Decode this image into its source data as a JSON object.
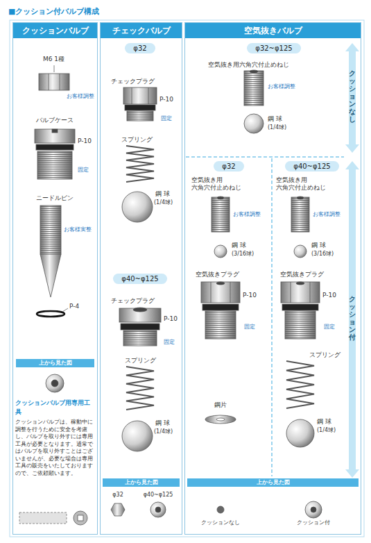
{
  "diagram": {
    "title": "■クッション付バルブ構成",
    "nodes": [
      {
        "text": [
          "クッションバルブ"
        ]
      },
      {
        "text": [
          "チェックバルブ"
        ]
      },
      {
        "text": [
          "空気抜きバルブ"
        ]
      },
      {
        "text": [
          "φ32"
        ],
        "in": 1
      },
      {
        "text": [
          "φ40~φ125"
        ],
        "in": 1
      },
      {
        "text": [
          "φ32~φ125"
        ],
        "in": 2
      },
      {
        "text": [
          "φ32"
        ],
        "in": 2
      },
      {
        "text": [
          "φ40~φ125"
        ],
        "in": 2
      },
      {
        "text": [
          "上から見た図"
        ],
        "in": 0
      },
      {
        "text": [
          "上から見た図"
        ],
        "in": 1
      },
      {
        "text": [
          "上から見た図"
        ],
        "in": 2
      },
      {
        "text": [
          "クッションバルブ用専用工具",
          "クッションバルブは、稼動中に調整を行うために安全を考慮し、バルブを取り外すには専用工具が必要となります。通常ではバルブを取り外すことはございませんが、必要な場合は専用工具の販売をいたしておりますので、ご依頼願います。"
        ],
        "in": 0
      }
    ],
    "labels": [
      "M6 1種",
      "お客様調整",
      "バルブケース",
      "P-10",
      "固定",
      "ニードルピン",
      "お客様実整",
      "P-4",
      "チェックプラグ",
      "P-10",
      "固定",
      "スプリング",
      "鋼 球",
      "(1/4球)",
      "チェックプラグ",
      "P-10",
      "固定",
      "スプリング",
      "鋼 球",
      "(1/4球)",
      "φ32",
      "φ40~φ125",
      "空気抜き用六角穴付止めねじ",
      "お客様調整",
      "鋼 球",
      "(1/4球)",
      "クッションなし",
      "空気抜き用 六角穴付止めねじ",
      "お客様調整",
      "鋼 球",
      "(3/16球)",
      "空気抜きプラグ",
      "P-10",
      "固定",
      "鋼片",
      "空気抜き用 六角穴付止めねじ",
      "お客様調整",
      "鋼 球",
      "(3/16球)",
      "空気抜きプラグ",
      "P-10",
      "固定",
      "スプリング",
      "鋼 球",
      "(1/4球)",
      "クッション付",
      "クッションなし",
      "クッション付"
    ]
  }
}
